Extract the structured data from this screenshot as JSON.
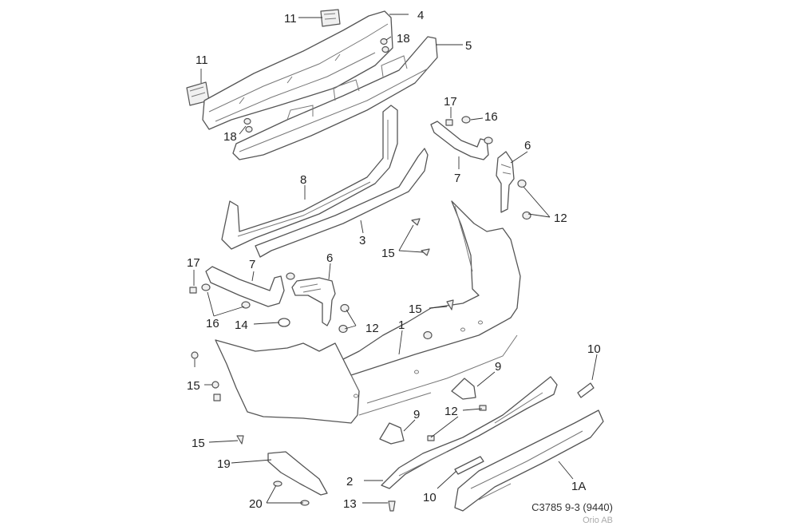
{
  "callouts": {
    "c1": "1",
    "c1a": "1A",
    "c2": "2",
    "c3": "3",
    "c4": "4",
    "c5": "5",
    "c6a": "6",
    "c6b": "6",
    "c7a": "7",
    "c7b": "7",
    "c8": "8",
    "c9a": "9",
    "c9b": "9",
    "c10a": "10",
    "c10b": "10",
    "c11a": "11",
    "c11b": "11",
    "c12a": "12",
    "c12b": "12",
    "c12c": "12",
    "c13": "13",
    "c14": "14",
    "c15a": "15",
    "c15b": "15",
    "c15c": "15",
    "c15d": "15",
    "c16a": "16",
    "c16b": "16",
    "c17a": "17",
    "c17b": "17",
    "c18a": "18",
    "c18b": "18",
    "c19": "19",
    "c20": "20"
  },
  "footer": {
    "diagram_code": "C3785 9-3 (9440)",
    "credit": "Orio AB"
  }
}
